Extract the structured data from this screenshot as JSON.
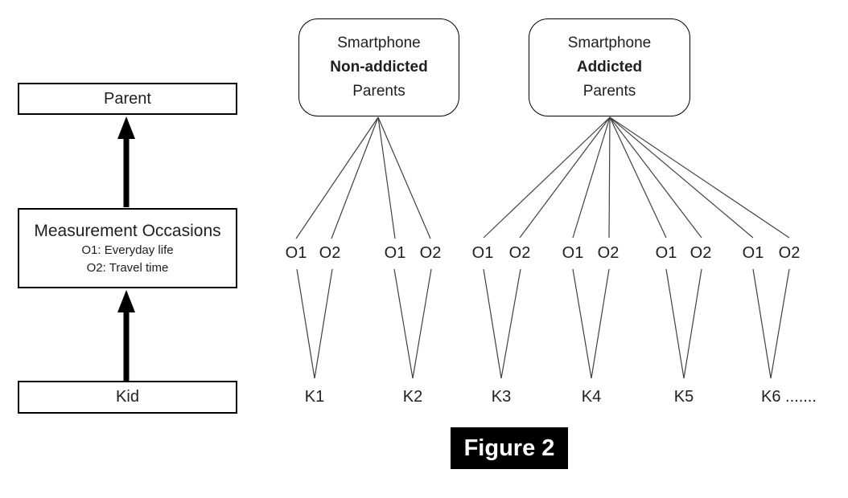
{
  "figure": {
    "caption": "Figure 2"
  },
  "left_flow": {
    "parent": "Parent",
    "measurement": {
      "title": "Measurement Occasions",
      "occasion1": "O1: Everyday life",
      "occasion2": "O2: Travel time"
    },
    "kid": "Kid"
  },
  "groups": [
    {
      "line1": "Smartphone",
      "line2": "Non-addicted",
      "line3": "Parents"
    },
    {
      "line1": "Smartphone",
      "line2": "Addicted",
      "line3": "Parents"
    }
  ],
  "occasions": [
    "O1",
    "O2",
    "O1",
    "O2",
    "O1",
    "O2",
    "O1",
    "O2",
    "O1",
    "O2",
    "O1",
    "O2"
  ],
  "kids": [
    "K1",
    "K2",
    "K3",
    "K4",
    "K5",
    "K6 ......."
  ],
  "colors": {
    "background": "#ffffff",
    "box_border": "#000000",
    "connector_line": "#404040",
    "arrow": "#000000",
    "text": "#1f1f1f",
    "caption_bg": "#000000",
    "caption_text": "#ffffff"
  }
}
